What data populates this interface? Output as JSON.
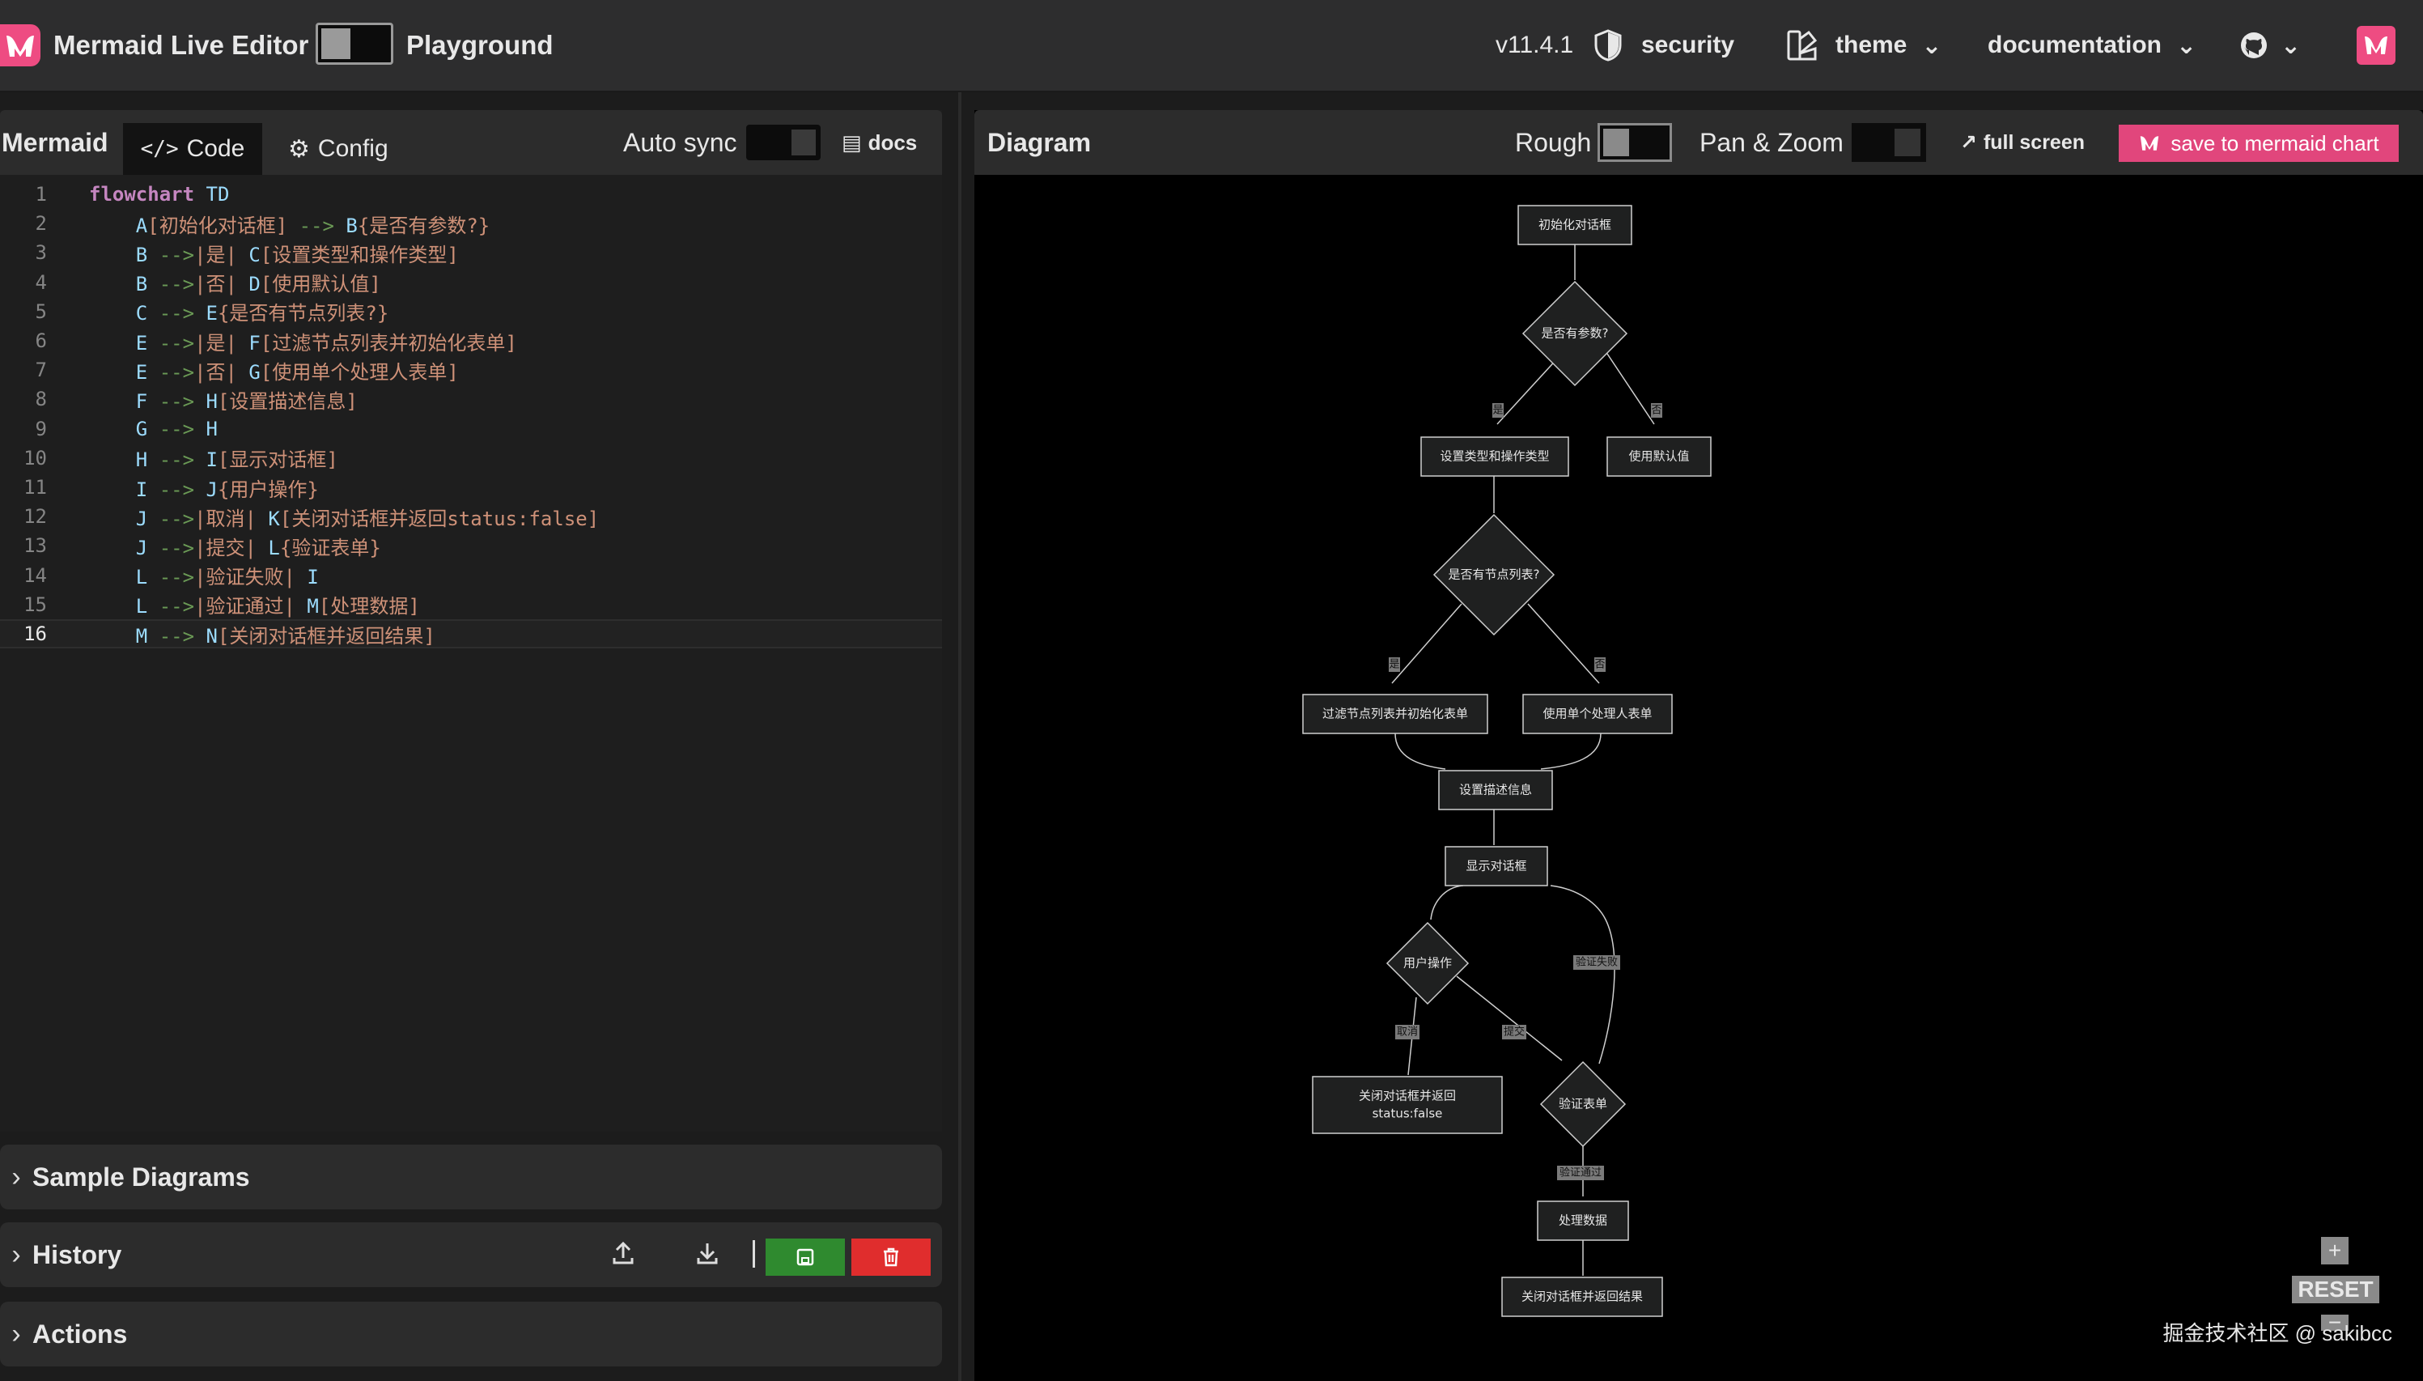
{
  "header": {
    "app_title": "Mermaid Live Editor",
    "playground_label": "Playground",
    "version": "v11.4.1",
    "security_label": "security",
    "theme_label": "theme",
    "documentation_label": "documentation"
  },
  "editor": {
    "panel_title": "Mermaid",
    "code_tab": "Code",
    "config_tab": "Config",
    "auto_sync_label": "Auto sync",
    "docs_label": "docs",
    "current_line": 16,
    "lines": [
      "flowchart TD",
      "    A[初始化对话框] --> B{是否有参数?}",
      "    B -->|是| C[设置类型和操作类型]",
      "    B -->|否| D[使用默认值]",
      "    C --> E{是否有节点列表?}",
      "    E -->|是| F[过滤节点列表并初始化表单]",
      "    E -->|否| G[使用单个处理人表单]",
      "    F --> H[设置描述信息]",
      "    G --> H",
      "    H --> I[显示对话框]",
      "    I --> J{用户操作}",
      "    J -->|取消| K[关闭对话框并返回status:false]",
      "    J -->|提交| L{验证表单}",
      "    L -->|验证失败| I",
      "    L -->|验证通过| M[处理数据]",
      "    M --> N[关闭对话框并返回结果]"
    ]
  },
  "sections": {
    "samples": "Sample Diagrams",
    "history": "History",
    "actions": "Actions"
  },
  "diagram_panel": {
    "title": "Diagram",
    "rough_label": "Rough",
    "panzoom_label": "Pan & Zoom",
    "fullscreen_label": "full screen",
    "save_label": "save to mermaid chart",
    "reset_label": "RESET",
    "zoom_in": "+",
    "zoom_out": "−",
    "watermark": "掘金技术社区 @ sakibcc"
  },
  "flow": {
    "A": "初始化对话框",
    "B": "是否有参数?",
    "C": "设置类型和操作类型",
    "D": "使用默认值",
    "E": "是否有节点列表?",
    "F": "过滤节点列表并初始化表单",
    "G": "使用单个处理人表单",
    "H": "设置描述信息",
    "I": "显示对话框",
    "J": "用户操作",
    "K1": "关闭对话框并返回",
    "K2": "status:false",
    "L": "验证表单",
    "M": "处理数据",
    "N": "关闭对话框并返回结果",
    "yes": "是",
    "no": "否",
    "cancel": "取消",
    "submit": "提交",
    "fail": "验证失败",
    "pass": "验证通过"
  },
  "colors": {
    "accent": "#ee4c82",
    "save_green": "#2f8a2f",
    "delete_red": "#e02d2d",
    "code_keyword": "#c586c0",
    "code_id": "#9cdcfe",
    "code_arrow": "#6a9955",
    "code_text": "#ce9178"
  }
}
